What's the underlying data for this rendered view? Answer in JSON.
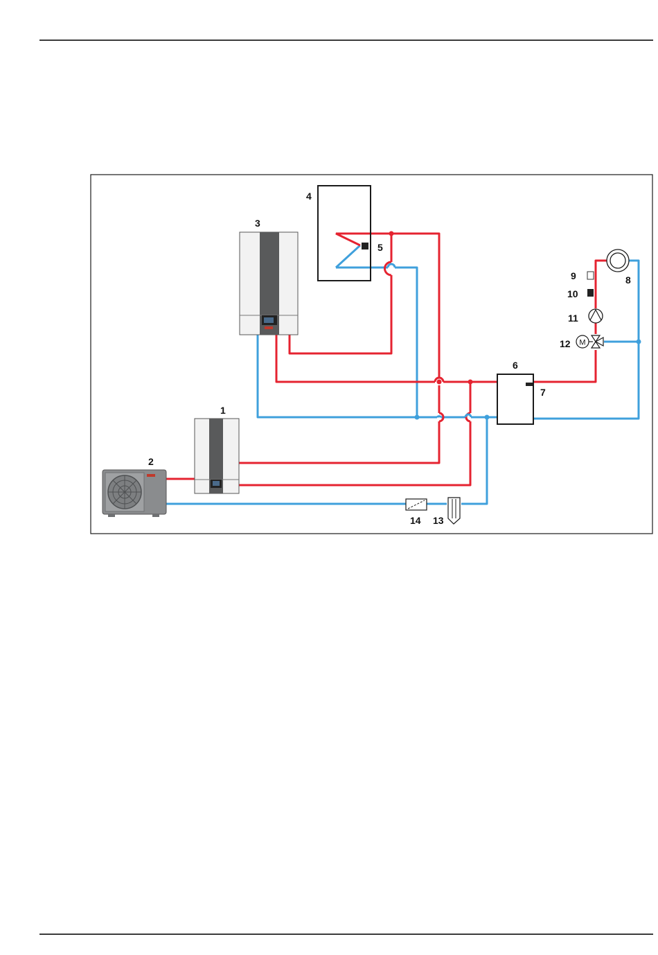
{
  "diagram": {
    "labels": {
      "l1": "1",
      "l2": "2",
      "l3": "3",
      "l4": "4",
      "l5": "5",
      "l6": "6",
      "l7": "7",
      "l8": "8",
      "l9": "9",
      "l10": "10",
      "l11": "11",
      "l12": "12",
      "l13": "13",
      "l14": "14"
    },
    "motor_symbol": "M"
  },
  "colors": {
    "supply": "#e52330",
    "return": "#3fa0dc",
    "frame": "#1a1a1a",
    "device_dark": "#595a5b",
    "device_light": "#f2f2f2",
    "outdoor_unit": "#8a8c8e"
  }
}
